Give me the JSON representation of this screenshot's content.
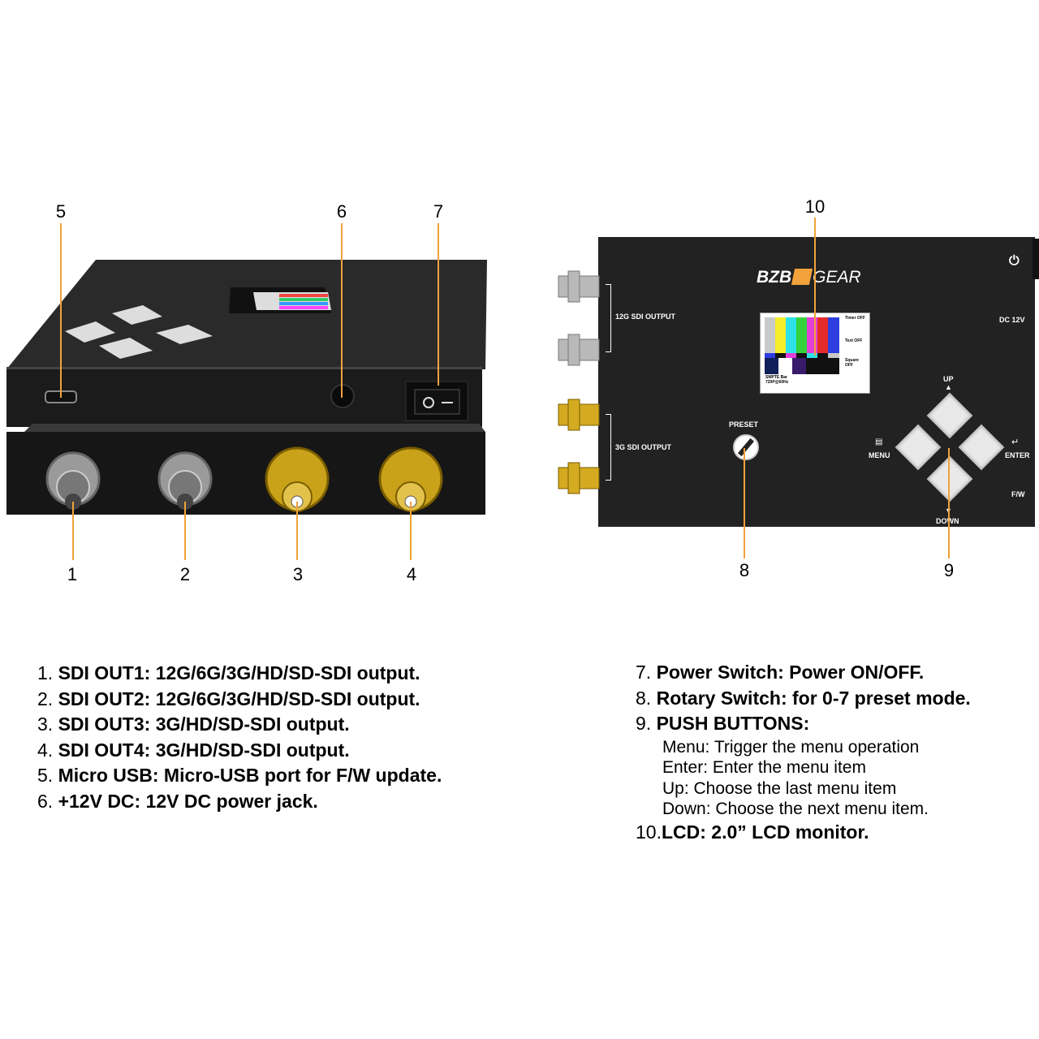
{
  "callouts": {
    "c1": "1",
    "c2": "2",
    "c3": "3",
    "c4": "4",
    "c5": "5",
    "c6": "6",
    "c7": "7",
    "c8": "8",
    "c9": "9",
    "c10": "10"
  },
  "device_panel": {
    "brand_left": "BZB",
    "brand_right": "GEAR",
    "label_12g": "12G SDI OUTPUT",
    "label_3g": "3G SDI OUTPUT",
    "label_dc": "DC 12V",
    "label_preset": "PRESET",
    "label_up": "UP",
    "label_down": "DOWN",
    "label_menu": "MENU",
    "label_enter": "ENTER",
    "label_fw": "F/W",
    "lcd_side_1": "Timer OFF",
    "lcd_side_2": "Text OFF",
    "lcd_side_3": "Square OFF",
    "lcd_caption": "SMPTE Bar 720P@60Hz"
  },
  "legend_left": [
    {
      "num": "1.",
      "bold": "SDI OUT1: 12G/6G/3G/HD/SD-SDI output."
    },
    {
      "num": "2.",
      "bold": "SDI OUT2: 12G/6G/3G/HD/SD-SDI output."
    },
    {
      "num": "3.",
      "bold": "SDI OUT3: 3G/HD/SD-SDI output."
    },
    {
      "num": "4.",
      "bold": "SDI OUT4: 3G/HD/SD-SDI output."
    },
    {
      "num": "5.",
      "bold": "Micro USB: Micro-USB port for F/W update."
    },
    {
      "num": "6.",
      "bold": "+12V DC: 12V DC power jack."
    }
  ],
  "legend_right": {
    "item7": {
      "num": "7.",
      "bold": "Power Switch: Power ON/OFF."
    },
    "item8": {
      "num": "8.",
      "bold": "Rotary Switch: for 0-7 preset mode."
    },
    "item9": {
      "num": "9.",
      "bold": "PUSH BUTTONS:"
    },
    "item9_sub": [
      "Menu: Trigger the menu operation",
      "Enter: Enter the menu item",
      "Up: Choose the last menu item",
      "Down: Choose the next menu item."
    ],
    "item10": {
      "num": "10.",
      "bold": "LCD: 2.0” LCD monitor."
    }
  }
}
